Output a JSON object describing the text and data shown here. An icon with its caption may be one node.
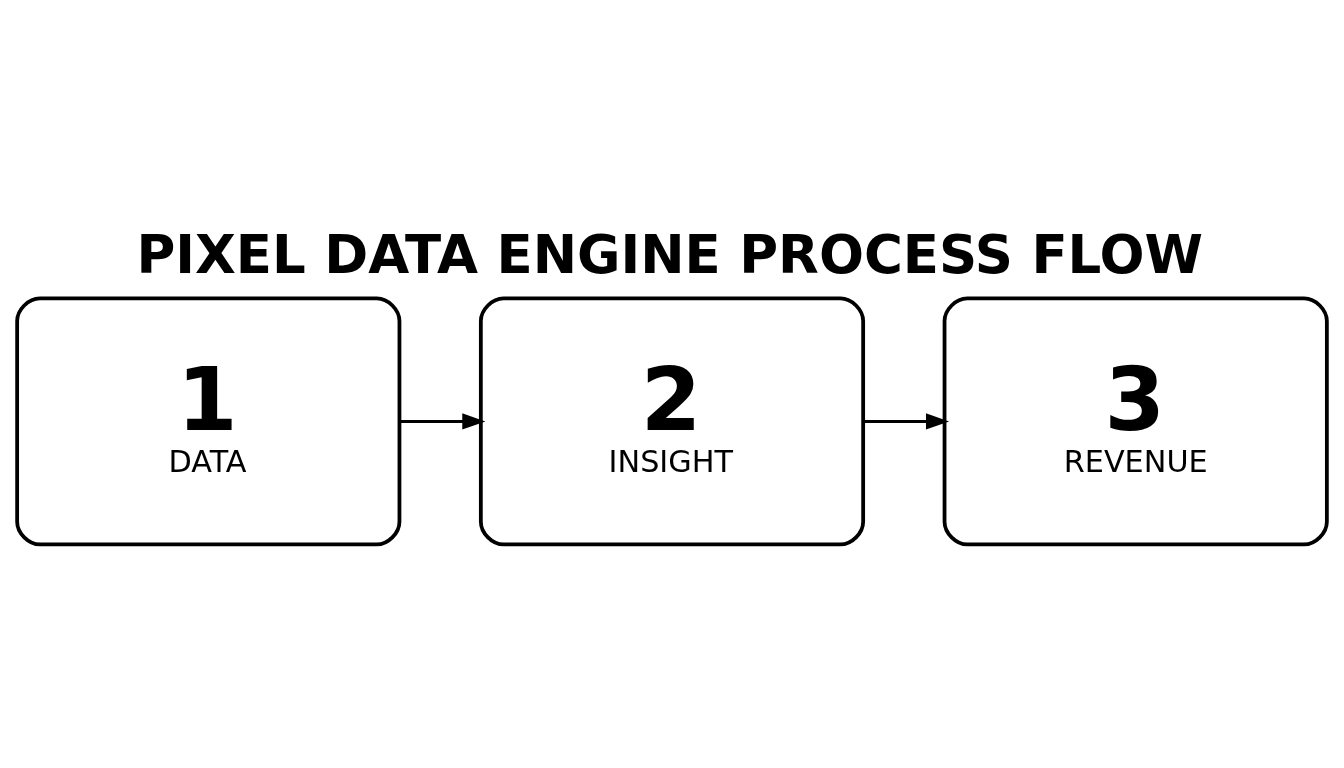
{
  "diagram": {
    "title": "PIXEL DATA ENGINE PROCESS FLOW",
    "nodes": [
      {
        "text": [
          "1",
          "DATA"
        ]
      },
      {
        "text": [
          "2",
          "INSIGHT"
        ]
      },
      {
        "text": [
          "3",
          "REVENUE"
        ]
      }
    ],
    "edges": [
      {
        "from": 0,
        "to": 1,
        "arrow": "to"
      },
      {
        "from": 1,
        "to": 2,
        "arrow": "to"
      }
    ]
  }
}
